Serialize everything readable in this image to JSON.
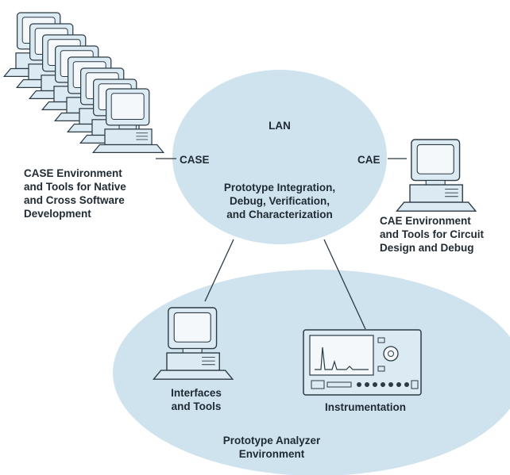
{
  "colors": {
    "ellipse_fill": "#cfe3ee",
    "device_stroke": "#2b3a44",
    "device_fill": "#dcebf3",
    "screen_fill": "#f4f8fb",
    "text": "#1f2a33"
  },
  "lan": {
    "title": "LAN",
    "left_port": "CASE",
    "right_port": "CAE",
    "description": [
      "Prototype Integration,",
      "Debug, Verification,",
      "and Characterization"
    ]
  },
  "case_env": {
    "icon": "workstation-stack-icon",
    "label": [
      "CASE Environment",
      "and Tools for Native",
      "and Cross Software",
      "Development"
    ]
  },
  "cae_env": {
    "icon": "workstation-icon",
    "label": [
      "CAE Environment",
      "and Tools for Circuit",
      "Design and Debug"
    ]
  },
  "analyzer_env": {
    "label": [
      "Prototype Analyzer",
      "Environment"
    ],
    "interfaces": {
      "icon": "workstation-icon",
      "label": [
        "Interfaces",
        "and Tools"
      ]
    },
    "instrumentation": {
      "icon": "logic-analyzer-icon",
      "label": "Instrumentation"
    }
  }
}
